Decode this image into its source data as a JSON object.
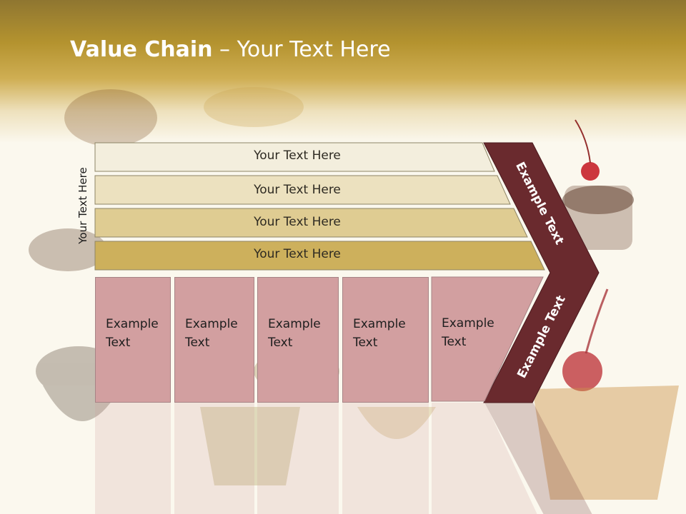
{
  "title": {
    "bold": "Value Chain",
    "rest": " – Your Text Here"
  },
  "side_label": "Your Text Here",
  "bars": [
    "Your Text Here",
    "Your Text Here",
    "Your Text Here",
    "Your Text Here"
  ],
  "boxes": [
    "Example\nText",
    "Example\nText",
    "Example\nText",
    "Example\nText",
    "Example\nText"
  ],
  "chevron_labels": {
    "upper": "Example Text",
    "lower": "Example Text"
  },
  "colors": {
    "bar1": "#f3eedd",
    "bar2": "#ece1bf",
    "bar3": "#dfcc92",
    "bar4": "#cdb05c",
    "box": "#d29fa0",
    "chevron": "#6a2a2e",
    "header": "#b4932f"
  }
}
